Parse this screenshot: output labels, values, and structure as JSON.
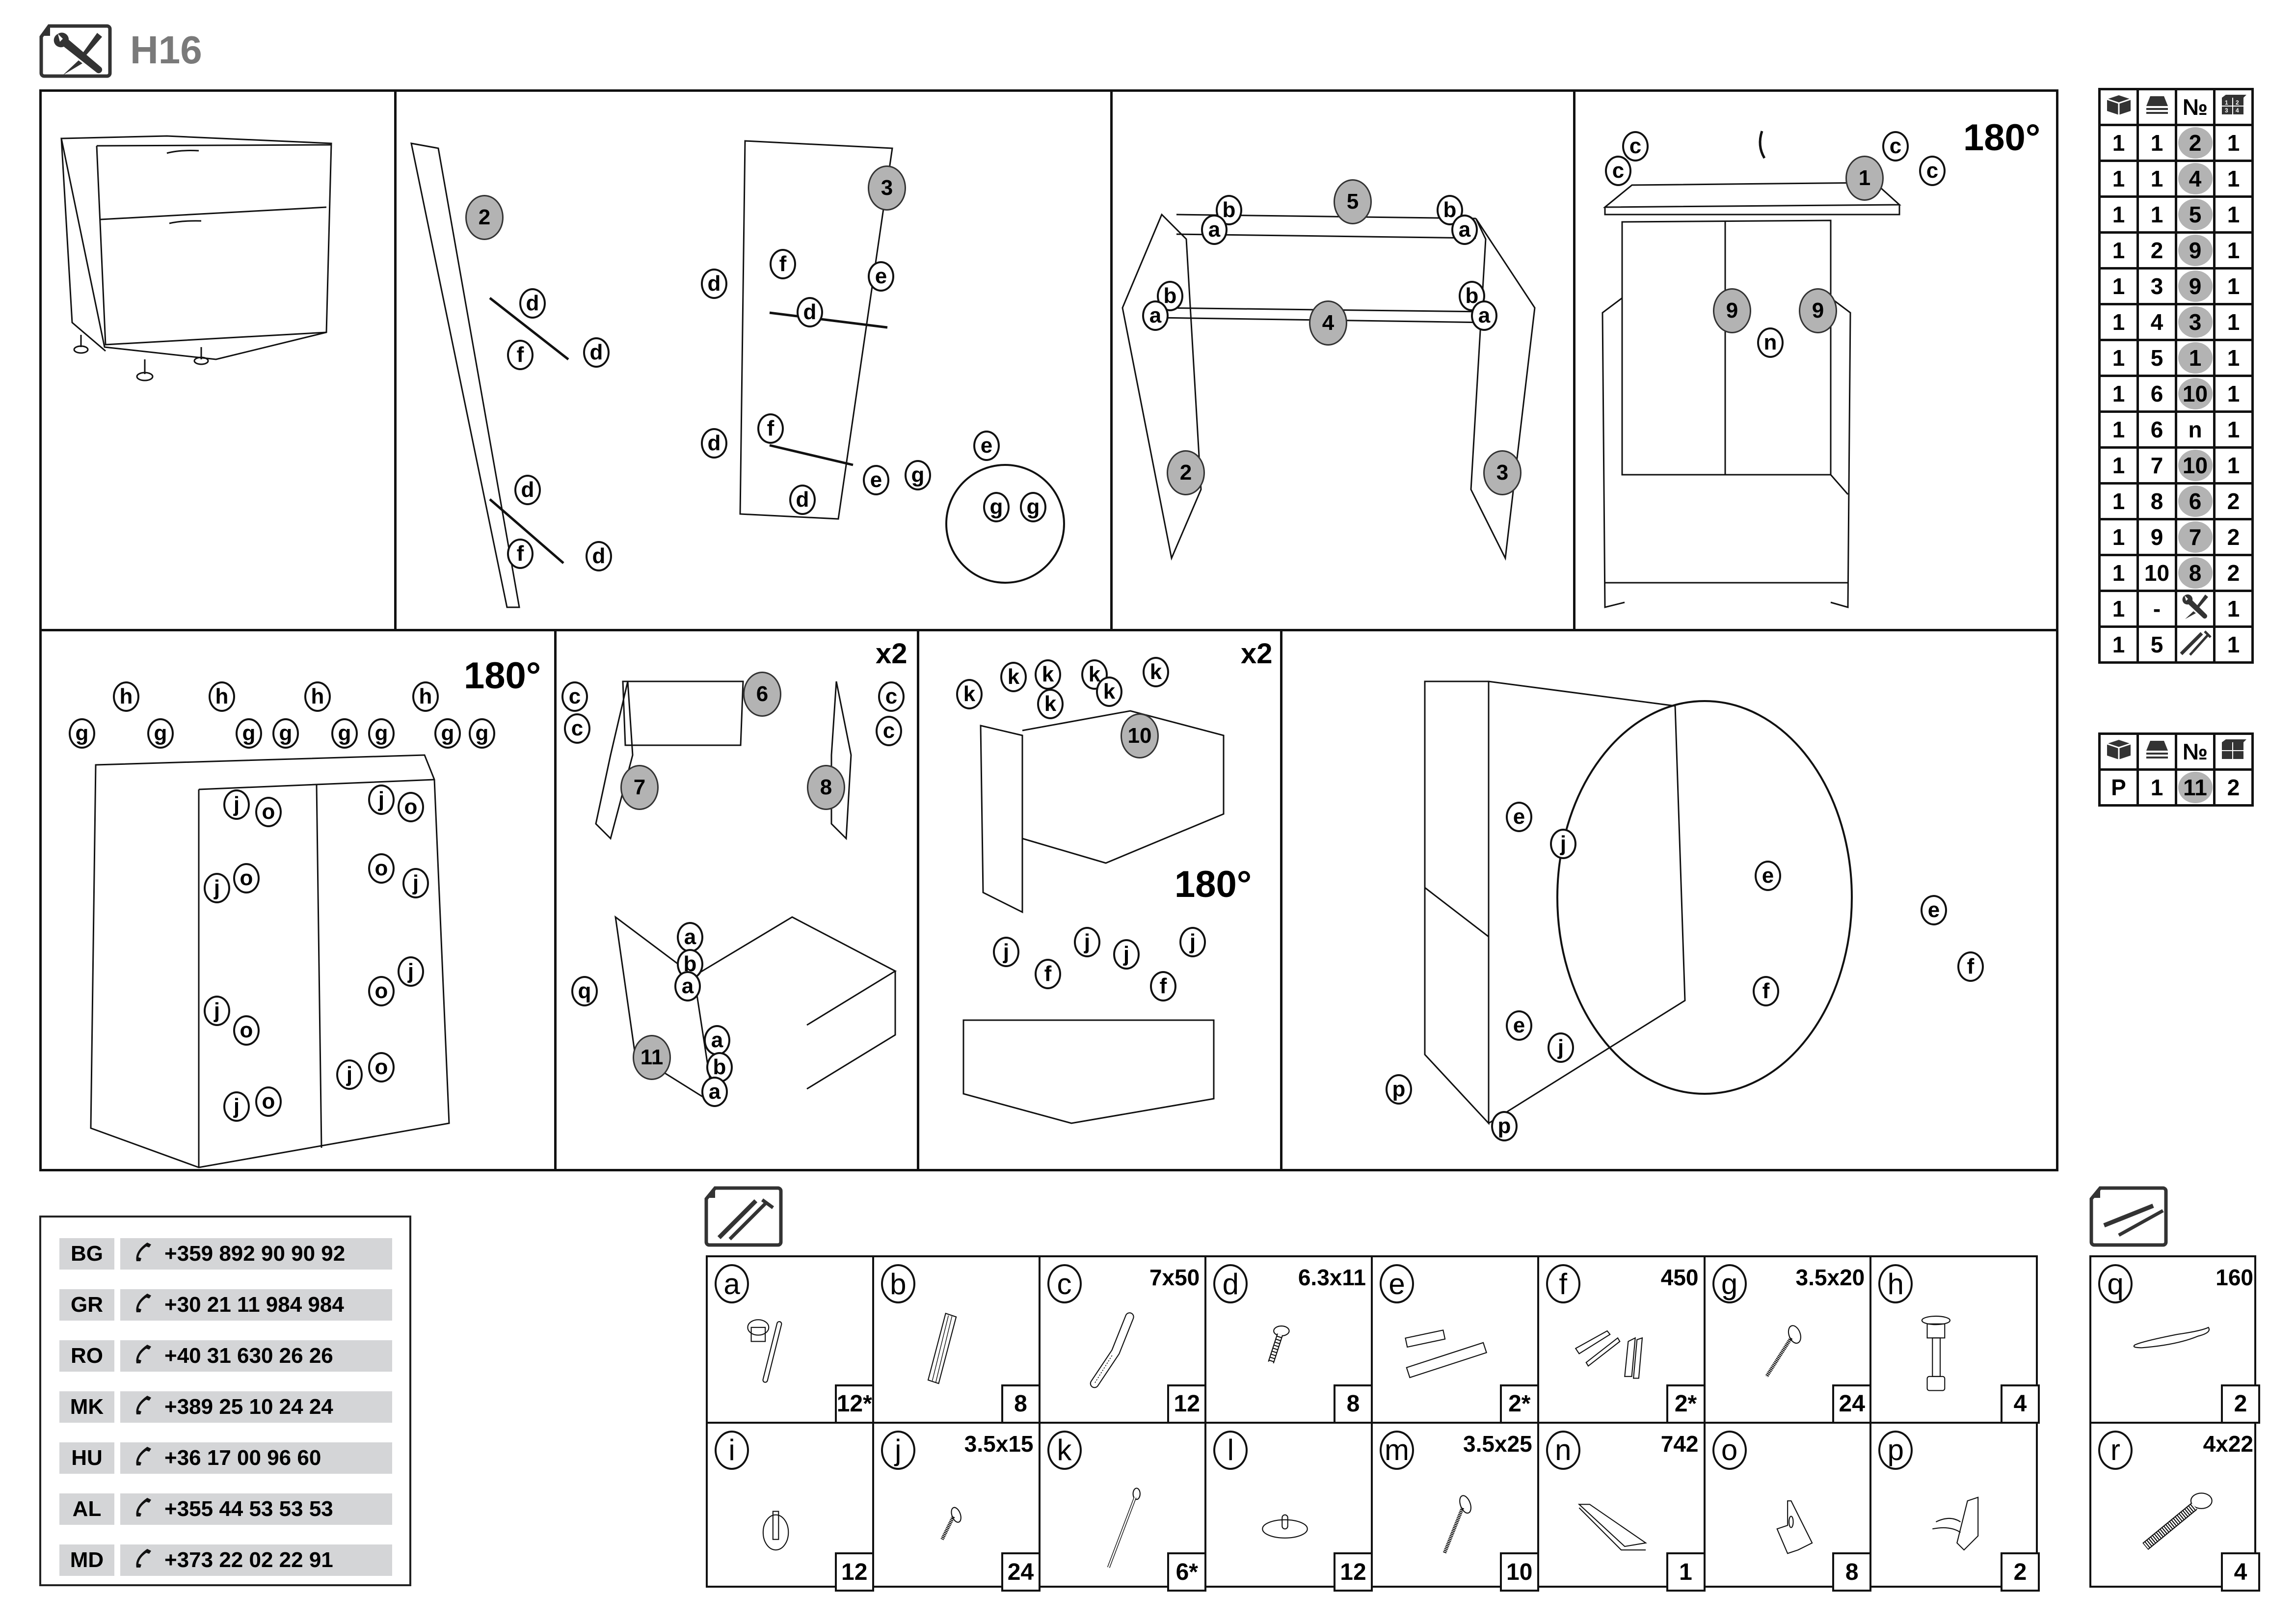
{
  "header": {
    "title": "H16",
    "icon": "tools-document-icon"
  },
  "steps": {
    "multipliers": [
      "x2",
      "x2"
    ],
    "rotations": [
      "180°",
      "180°",
      "180°"
    ],
    "callouts": {
      "step2": [
        "d",
        "f",
        "d",
        "d",
        "f",
        "d"
      ],
      "step3": [
        "d",
        "f",
        "e",
        "d",
        "d",
        "f",
        "e",
        "d",
        "e",
        "g",
        "g",
        "g"
      ],
      "step4": [
        "b",
        "a",
        "b",
        "a",
        "b",
        "a",
        "b",
        "a"
      ],
      "step5": [
        "c",
        "c",
        "c",
        "c",
        "n"
      ],
      "step6": [
        "h",
        "h",
        "h",
        "h",
        "g",
        "g",
        "g",
        "g",
        "g",
        "g",
        "g",
        "g",
        "j",
        "o",
        "j",
        "o",
        "j",
        "o",
        "j",
        "o",
        "j",
        "o",
        "j",
        "o",
        "j",
        "o",
        "j",
        "o"
      ],
      "step7": [
        "c",
        "c",
        "c",
        "c"
      ],
      "step8": [
        "a",
        "b",
        "a",
        "q",
        "a",
        "b",
        "a"
      ],
      "step9": [
        "k",
        "k",
        "k",
        "k",
        "k",
        "k",
        "k"
      ],
      "step10": [
        "j",
        "j",
        "j",
        "j",
        "f",
        "f"
      ],
      "step11": [
        "e",
        "j",
        "e",
        "j",
        "p",
        "p",
        "e",
        "e",
        "f",
        "f"
      ]
    },
    "parts": {
      "step2": "2",
      "step3": "3",
      "step4a": "5",
      "step4b": "4",
      "step4c": "2",
      "step4d": "3",
      "step5a": "1",
      "step5b": "9",
      "step5c": "9",
      "step7a": "6",
      "step7b": "7",
      "step7c": "8",
      "step9": "10",
      "step8": "11"
    }
  },
  "parts_table": {
    "header_icons": [
      "package-icon",
      "stack-icon",
      "number-sign",
      "boxes-1234-icon"
    ],
    "number_header": "№",
    "rows": [
      {
        "pkg": "1",
        "layer": "1",
        "no": "2",
        "qty": "1",
        "highlight": true
      },
      {
        "pkg": "1",
        "layer": "1",
        "no": "4",
        "qty": "1",
        "highlight": true
      },
      {
        "pkg": "1",
        "layer": "1",
        "no": "5",
        "qty": "1",
        "highlight": true
      },
      {
        "pkg": "1",
        "layer": "2",
        "no": "9",
        "qty": "1",
        "highlight": true
      },
      {
        "pkg": "1",
        "layer": "3",
        "no": "9",
        "qty": "1",
        "highlight": true
      },
      {
        "pkg": "1",
        "layer": "4",
        "no": "3",
        "qty": "1",
        "highlight": true
      },
      {
        "pkg": "1",
        "layer": "5",
        "no": "1",
        "qty": "1",
        "highlight": true
      },
      {
        "pkg": "1",
        "layer": "6",
        "no": "10",
        "qty": "1",
        "highlight": true
      },
      {
        "pkg": "1",
        "layer": "6",
        "no": "n",
        "qty": "1",
        "highlight": false
      },
      {
        "pkg": "1",
        "layer": "7",
        "no": "10",
        "qty": "1",
        "highlight": true
      },
      {
        "pkg": "1",
        "layer": "8",
        "no": "6",
        "qty": "2",
        "highlight": true
      },
      {
        "pkg": "1",
        "layer": "9",
        "no": "7",
        "qty": "2",
        "highlight": true
      },
      {
        "pkg": "1",
        "layer": "10",
        "no": "8",
        "qty": "2",
        "highlight": true
      },
      {
        "pkg": "1",
        "layer": "-",
        "no": "tools-icon",
        "qty": "1",
        "highlight": false
      },
      {
        "pkg": "1",
        "layer": "5",
        "no": "screws-icon",
        "qty": "1",
        "highlight": false
      }
    ]
  },
  "parts_table_2": {
    "number_header": "№",
    "rows": [
      {
        "pkg": "P",
        "layer": "1",
        "no": "11",
        "qty": "2",
        "highlight": true
      }
    ]
  },
  "contacts": [
    {
      "code": "BG",
      "phone": "+359 892 90 90 92"
    },
    {
      "code": "GR",
      "phone": "+30 21 11 984 984"
    },
    {
      "code": "RO",
      "phone": "+40 31 630 26 26"
    },
    {
      "code": "MK",
      "phone": "+389 25 10 24 24"
    },
    {
      "code": "HU",
      "phone": "+36 17 00 96 60"
    },
    {
      "code": "AL",
      "phone": "+355 44 53 53 53"
    },
    {
      "code": "MD",
      "phone": "+373 22 02 22 91"
    }
  ],
  "hardware": [
    {
      "letter": "a",
      "size": "",
      "qty": "12*",
      "icon": "cam-lock-icon"
    },
    {
      "letter": "b",
      "size": "",
      "qty": "8",
      "icon": "dowel-icon"
    },
    {
      "letter": "c",
      "size": "7x50",
      "qty": "12",
      "icon": "confirmat-screw-icon"
    },
    {
      "letter": "d",
      "size": "6.3x11",
      "qty": "8",
      "icon": "euro-screw-icon"
    },
    {
      "letter": "e",
      "size": "",
      "qty": "2*",
      "icon": "drawer-slide-icon"
    },
    {
      "letter": "f",
      "size": "450",
      "qty": "2*",
      "icon": "runner-set-icon"
    },
    {
      "letter": "g",
      "size": "3.5x20",
      "qty": "24",
      "icon": "wood-screw-icon"
    },
    {
      "letter": "h",
      "size": "",
      "qty": "4",
      "icon": "adjustable-leg-icon"
    },
    {
      "letter": "i",
      "size": "",
      "qty": "12",
      "icon": "furniture-glide-icon"
    },
    {
      "letter": "j",
      "size": "3.5x15",
      "qty": "24",
      "icon": "short-screw-icon"
    },
    {
      "letter": "k",
      "size": "",
      "qty": "6*",
      "icon": "nail-icon"
    },
    {
      "letter": "l",
      "size": "",
      "qty": "12",
      "icon": "shelf-pin-icon"
    },
    {
      "letter": "m",
      "size": "3.5x25",
      "qty": "10",
      "icon": "long-screw-icon"
    },
    {
      "letter": "n",
      "size": "742",
      "qty": "1",
      "icon": "h-profile-icon"
    },
    {
      "letter": "o",
      "size": "",
      "qty": "8",
      "icon": "corner-bracket-icon"
    },
    {
      "letter": "p",
      "size": "",
      "qty": "2",
      "icon": "plinth-clip-icon"
    }
  ],
  "hardware_extra": [
    {
      "letter": "q",
      "size": "160",
      "qty": "2",
      "icon": "handle-icon"
    },
    {
      "letter": "r",
      "size": "4x22",
      "qty": "4",
      "icon": "machine-screw-icon"
    }
  ]
}
